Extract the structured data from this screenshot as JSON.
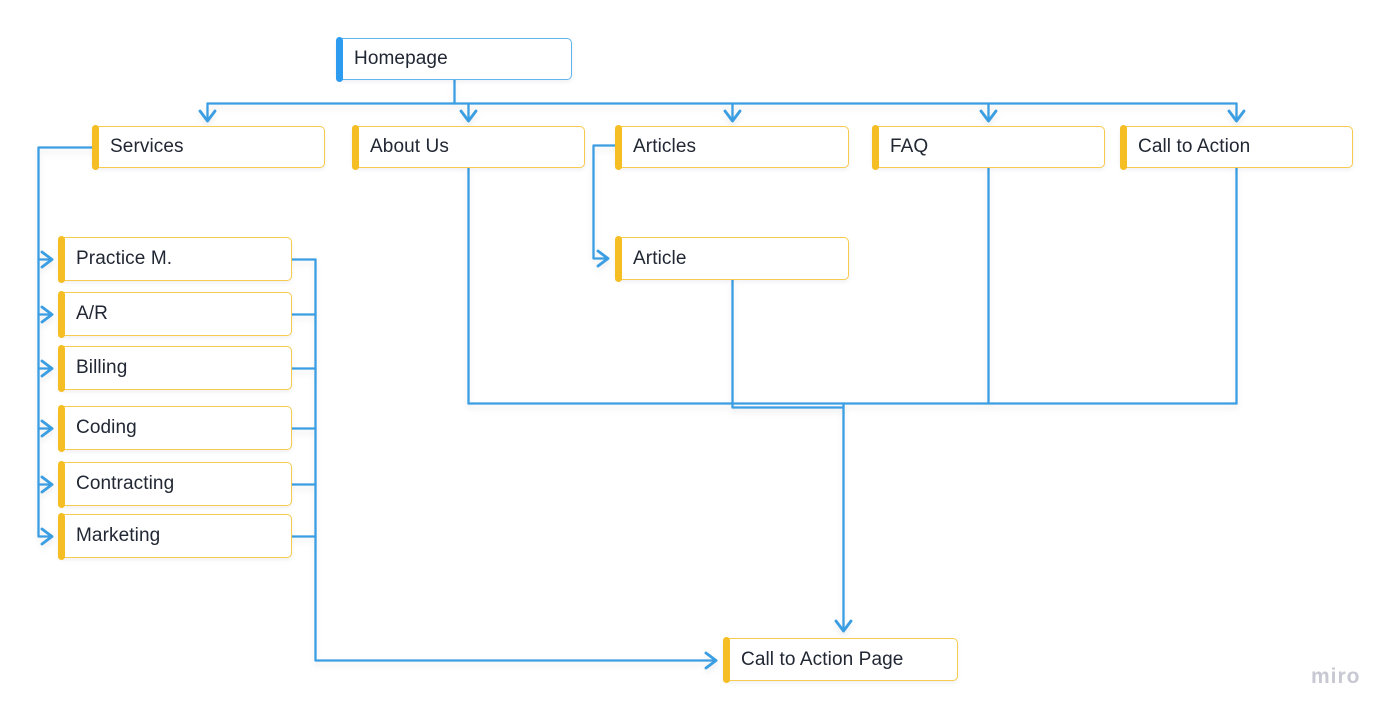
{
  "app": {
    "watermark": "miro"
  },
  "colors": {
    "connector_blue": "#3B9EE3",
    "homepage_accent": "#2D9BF0",
    "homepage_border": "#62B4EC",
    "page_accent": "#F5BE25",
    "page_border": "#F7CB4D",
    "text": "#212733",
    "watermark": "#C7C8D2",
    "background": "#ffffff"
  },
  "nodes": {
    "homepage": {
      "label": "Homepage",
      "style": "blue"
    },
    "services": {
      "label": "Services",
      "style": "yellow"
    },
    "about_us": {
      "label": "About Us",
      "style": "yellow"
    },
    "articles": {
      "label": "Articles",
      "style": "yellow"
    },
    "faq": {
      "label": "FAQ",
      "style": "yellow"
    },
    "call_to_action": {
      "label": "Call to Action",
      "style": "yellow"
    },
    "article": {
      "label": "Article",
      "style": "yellow"
    },
    "practice_m": {
      "label": "Practice M.",
      "style": "yellow"
    },
    "ar": {
      "label": "A/R",
      "style": "yellow"
    },
    "billing": {
      "label": "Billing",
      "style": "yellow"
    },
    "coding": {
      "label": "Coding",
      "style": "yellow"
    },
    "contracting": {
      "label": "Contracting",
      "style": "yellow"
    },
    "marketing": {
      "label": "Marketing",
      "style": "yellow"
    },
    "call_to_action_page": {
      "label": "Call to Action Page",
      "style": "yellow"
    }
  },
  "edges": [
    {
      "from": "homepage",
      "to": "services"
    },
    {
      "from": "homepage",
      "to": "about_us"
    },
    {
      "from": "homepage",
      "to": "articles"
    },
    {
      "from": "homepage",
      "to": "faq"
    },
    {
      "from": "homepage",
      "to": "call_to_action"
    },
    {
      "from": "services",
      "to": "practice_m"
    },
    {
      "from": "services",
      "to": "ar"
    },
    {
      "from": "services",
      "to": "billing"
    },
    {
      "from": "services",
      "to": "coding"
    },
    {
      "from": "services",
      "to": "contracting"
    },
    {
      "from": "services",
      "to": "marketing"
    },
    {
      "from": "articles",
      "to": "article"
    },
    {
      "from": "practice_m",
      "to": "call_to_action_page"
    },
    {
      "from": "ar",
      "to": "call_to_action_page"
    },
    {
      "from": "billing",
      "to": "call_to_action_page"
    },
    {
      "from": "coding",
      "to": "call_to_action_page"
    },
    {
      "from": "contracting",
      "to": "call_to_action_page"
    },
    {
      "from": "marketing",
      "to": "call_to_action_page"
    },
    {
      "from": "about_us",
      "to": "call_to_action_page"
    },
    {
      "from": "article",
      "to": "call_to_action_page"
    },
    {
      "from": "faq",
      "to": "call_to_action_page"
    },
    {
      "from": "call_to_action",
      "to": "call_to_action_page"
    }
  ]
}
